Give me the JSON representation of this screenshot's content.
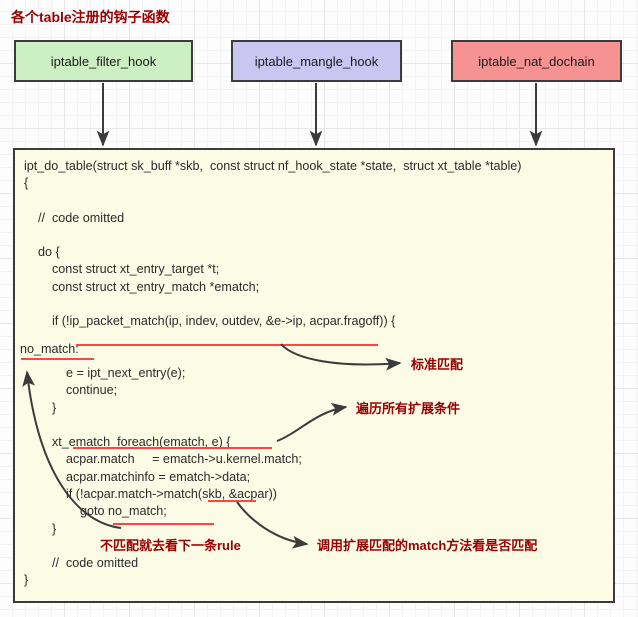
{
  "title": "各个table注册的钩子函数",
  "hooks": [
    {
      "label": "iptable_filter_hook",
      "color": "#ccf0c3"
    },
    {
      "label": "iptable_mangle_hook",
      "color": "#c9c6f2"
    },
    {
      "label": "iptable_nat_dochain",
      "color": "#f79292"
    }
  ],
  "code": {
    "signature": "ipt_do_table(struct sk_buff *skb,  const struct nf_hook_state *state,  struct xt_table *table)",
    "body_part1": "{\n\n    //  code omitted\n\n    do {\n        const struct xt_entry_target *t;\n        const struct xt_entry_match *ematch;\n\n        if (!ip_packet_match(ip, indev, outdev, &e->ip, acpar.fragoff)) {",
    "label_no_match": "no_match:",
    "body_part2": "            e = ipt_next_entry(e);\n            continue;\n        }\n\n        xt_ematch_foreach(ematch, e) {\n            acpar.match     = ematch->u.kernel.match;\n            acpar.matchinfo = ematch->data;\n            if (!acpar.match->match(skb, &acpar))\n                goto no_match;\n        }",
    "body_part3": "        //  code omitted\n}"
  },
  "annotations": [
    {
      "text": "标准匹配"
    },
    {
      "text": "遍历所有扩展条件"
    },
    {
      "text": "不匹配就去看下一条rule"
    },
    {
      "text": "调用扩展匹配的match方法看是否匹配"
    }
  ],
  "colors": {
    "accent_red": "#990000",
    "underline_red": "#ff4444",
    "arrow_gray": "#3b3b3b",
    "code_bg": "#fbfbe6"
  }
}
